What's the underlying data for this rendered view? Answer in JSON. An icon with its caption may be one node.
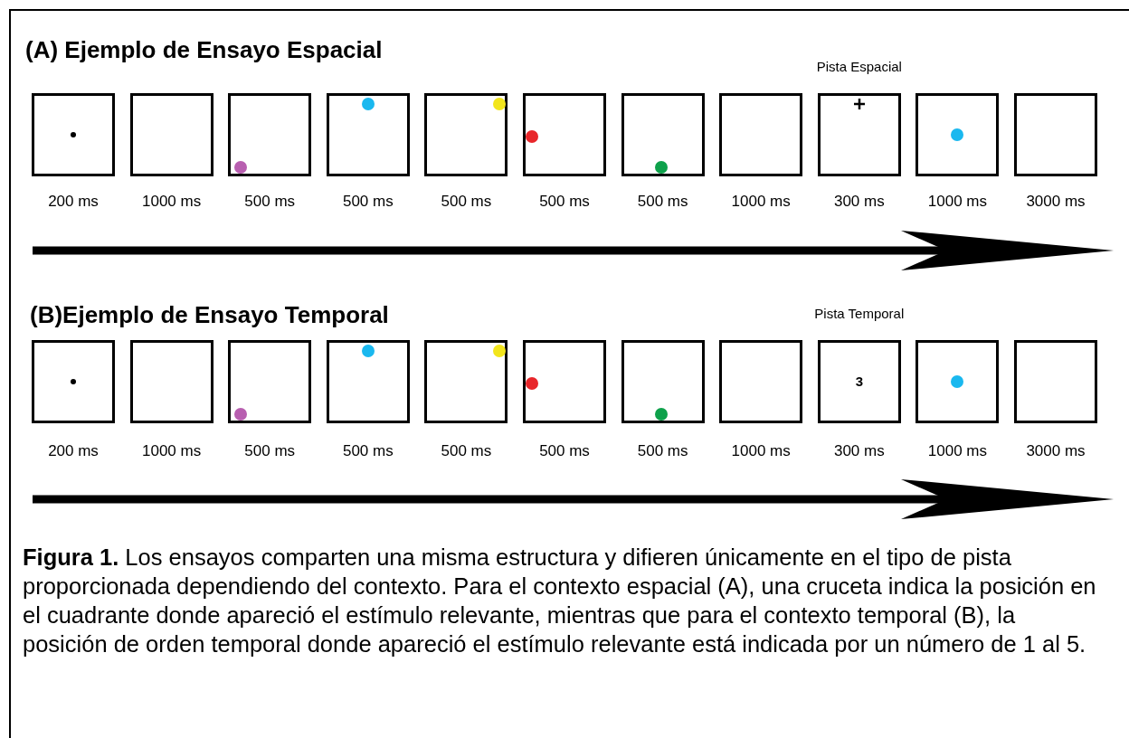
{
  "diagram": {
    "caption": "**Figura 1.** Los ensayos comparten una misma estructura y difieren únicamente en el tipo de pista proporcionada dependiendo del contexto. Para el contexto espacial (A), una cruceta indica la posición en el cuadrante donde apareció el estímulo relevante, mientras que para el contexto temporal (B), la posición de orden temporal donde apareció el estímulo relevante está indicada por un número de 1 al 5.",
    "nodes": [
      {
        "text": [],
        "shape": "box",
        "beside": [
          "200 ms"
        ]
      },
      {
        "text": [],
        "shape": "box",
        "beside": [
          "1000 ms"
        ]
      },
      {
        "text": [],
        "shape": "box",
        "beside": [
          "500 ms"
        ]
      },
      {
        "text": [],
        "shape": "box",
        "beside": [
          "500 ms"
        ]
      },
      {
        "text": [],
        "shape": "box",
        "beside": [
          "500 ms"
        ]
      },
      {
        "text": [],
        "shape": "box",
        "beside": [
          "500 ms"
        ]
      },
      {
        "text": [],
        "shape": "box",
        "beside": [
          "500 ms"
        ]
      },
      {
        "text": [],
        "shape": "box",
        "beside": [
          "1000 ms"
        ]
      },
      {
        "text": [],
        "shape": "box",
        "beside": [
          "Pista Espacial",
          "300 ms"
        ]
      },
      {
        "text": [],
        "shape": "box",
        "beside": [
          "1000 ms"
        ]
      },
      {
        "text": [],
        "shape": "box",
        "beside": [
          "3000 ms"
        ]
      },
      {
        "text": [],
        "shape": "box",
        "beside": [
          "200 ms"
        ]
      },
      {
        "text": [],
        "shape": "box",
        "beside": [
          "1000 ms"
        ]
      },
      {
        "text": [],
        "shape": "box",
        "beside": [
          "500 ms"
        ]
      },
      {
        "text": [],
        "shape": "box",
        "beside": [
          "500 ms"
        ]
      },
      {
        "text": [],
        "shape": "box",
        "beside": [
          "500 ms"
        ]
      },
      {
        "text": [],
        "shape": "box",
        "beside": [
          "500 ms"
        ]
      },
      {
        "text": [],
        "shape": "box",
        "beside": [
          "500 ms"
        ]
      },
      {
        "text": [],
        "shape": "box",
        "beside": [
          "1000 ms"
        ]
      },
      {
        "text": [
          "3"
        ],
        "beside": [
          "Pista Temporal",
          "300 ms"
        ]
      },
      {
        "text": [],
        "shape": "box",
        "beside": [
          "1000 ms"
        ]
      },
      {
        "text": [],
        "shape": "box",
        "beside": [
          "3000 ms"
        ]
      }
    ],
    "edges": [],
    "labels": [
      "(A) Ejemplo de Ensayo Espacial",
      "(B)Ejemplo de Ensayo Temporal"
    ]
  }
}
